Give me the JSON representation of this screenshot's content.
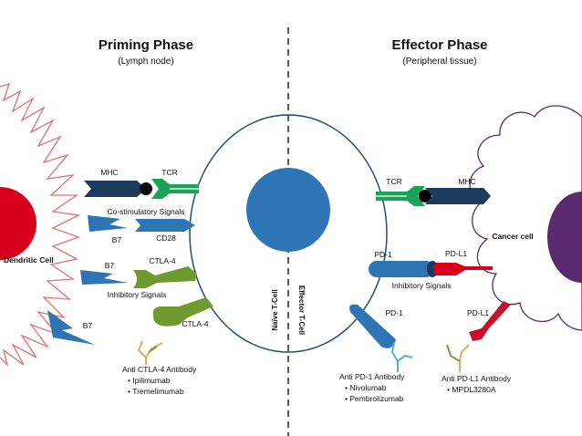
{
  "priming": {
    "title": "Priming Phase",
    "subtitle": "(Lymph node)"
  },
  "effector": {
    "title": "Effector Phase",
    "subtitle": "(Peripheral tissue)"
  },
  "cells": {
    "dendritic": "Dendritic Cell",
    "naive_t": "Naïve T-Cell",
    "effector_t": "Effector T-Cell",
    "cancer": "Cancer cell"
  },
  "left_labels": {
    "mhc": "MHC",
    "tcr": "TCR",
    "costim": "Co-stimulatory Signals",
    "b7_1": "B7",
    "cd28": "CD28",
    "b7_2": "B7",
    "ctla4_1": "CTLA-4",
    "inhibitory": "Inhibitory Signals",
    "ctla4_2": "CTLA-4",
    "b7_3": "B7"
  },
  "right_labels": {
    "tcr": "TCR",
    "mhc": "MHC",
    "pd1_1": "PD-1",
    "pdl1_1": "PD-L1",
    "inhibitory": "Inhibitory Signals",
    "pd1_2": "PD-1",
    "pdl1_2": "PD-L1"
  },
  "antibodies": {
    "ctla4": {
      "title": "Anti CTLA-4 Antibody",
      "items": [
        "Ipilimumab",
        "Tremelimumab"
      ]
    },
    "pd1": {
      "title": "Anti PD-1 Antibody",
      "items": [
        "Nivolumab",
        "Pembrolizumab"
      ]
    },
    "pdl1": {
      "title": "Anti PD-L1 Antibody",
      "items": [
        "MPDL3280A"
      ]
    }
  },
  "colors": {
    "navy": "#1b3a5c",
    "blue": "#2e75b6",
    "green": "#1aa355",
    "olive": "#6f9a2e",
    "red": "#d6001c",
    "crimson": "#c8102e",
    "purple": "#5b2a6e",
    "zigzag": "#e07070",
    "outline": "#1f4e79"
  }
}
